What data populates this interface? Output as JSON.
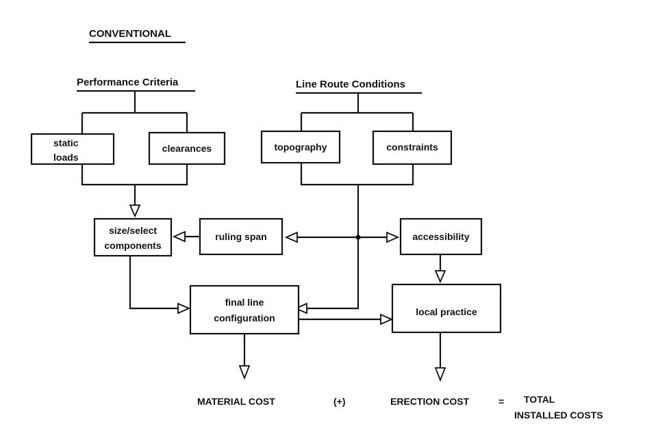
{
  "heading": "CONVENTIONAL",
  "groups": {
    "performance": "Performance Criteria",
    "route": "Line Route Conditions"
  },
  "nodes": {
    "static_loads": [
      "static",
      "loads"
    ],
    "clearances": "clearances",
    "topography": "topography",
    "constraints": "constraints",
    "size_select": [
      "size/select",
      "components"
    ],
    "ruling_span": "ruling span",
    "accessibility": "accessibility",
    "final_line": [
      "final line",
      "configuration"
    ],
    "local_practice": "local practice"
  },
  "equation": {
    "material": "MATERIAL COST",
    "plus": "(+)",
    "erection": "ERECTION COST",
    "equals": "=",
    "total": [
      "TOTAL",
      "INSTALLED COSTS"
    ]
  }
}
